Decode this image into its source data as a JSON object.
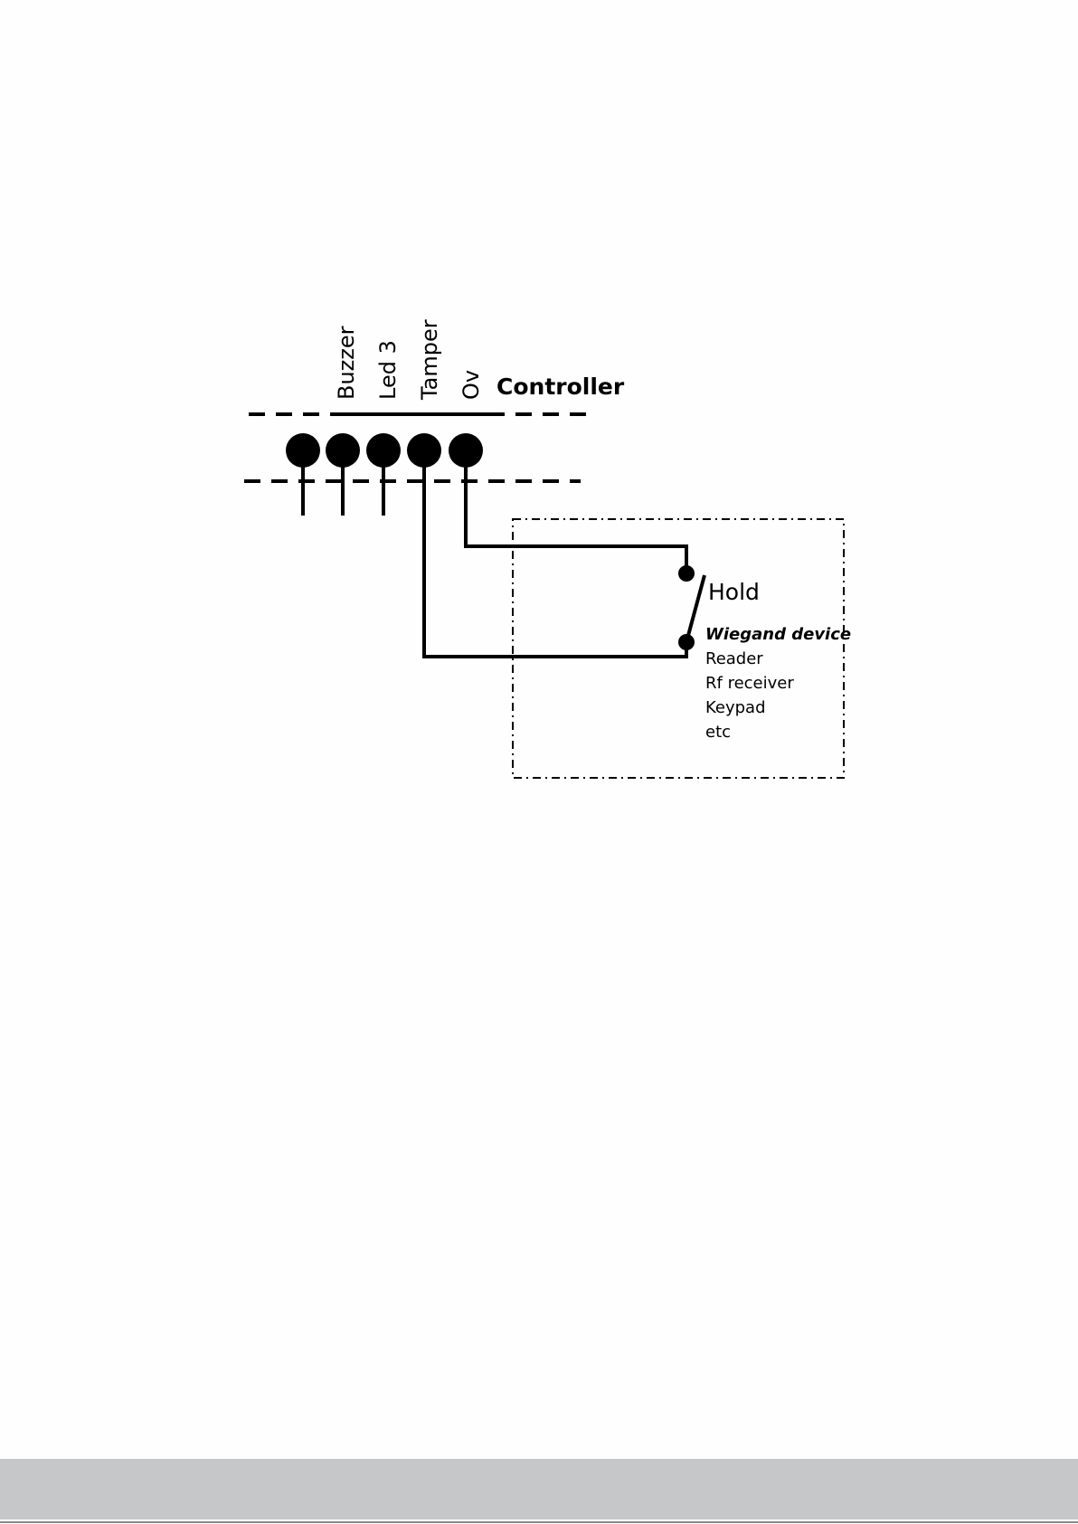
{
  "controller": {
    "title": "Controller",
    "terminal_labels": [
      "Buzzer",
      "Led 3",
      "Tamper",
      "Ov"
    ]
  },
  "device": {
    "switch_label": "Hold",
    "heading": "Wiegand device",
    "items": [
      "Reader",
      "Rf receiver",
      "Keypad",
      "etc"
    ]
  },
  "colors": {
    "ink": "#000000",
    "footer": "#c6c7c9"
  }
}
